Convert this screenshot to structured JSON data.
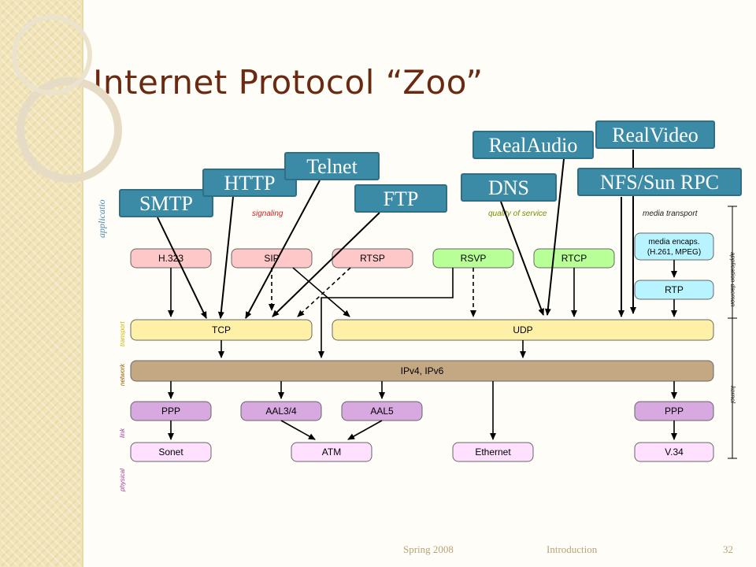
{
  "title": "Internet Protocol “Zoo”",
  "footer": {
    "date": "Spring 2008",
    "topic": "Introduction",
    "page": "32"
  },
  "colors": {
    "label_fill": "#3b8aa6",
    "title": "#6a2a12"
  },
  "labels": {
    "smtp": "SMTP",
    "http": "HTTP",
    "telnet": "Telnet",
    "ftp": "FTP",
    "dns": "DNS",
    "realaudio": "RealAudio",
    "realvideo": "RealVideo",
    "nfs": "NFS/Sun RPC"
  },
  "sections": {
    "signaling": "signaling",
    "qos": "quality of service",
    "media_transport": "media transport"
  },
  "layers": {
    "application": "applicatio",
    "transport": "transport",
    "network": "network",
    "link": "link",
    "physical": "physical",
    "app_daemon": "application daemon",
    "kernel": "kernel"
  },
  "boxes": {
    "h323": "H.323",
    "sip": "SIP",
    "rtsp": "RTSP",
    "rsvp": "RSVP",
    "rtcp": "RTCP",
    "media_encaps_1": "media encaps.",
    "media_encaps_2": "(H.261, MPEG)",
    "rtp": "RTP",
    "tcp": "TCP",
    "udp": "UDP",
    "ip": "IPv4, IPv6",
    "ppp1": "PPP",
    "aal34": "AAL3/4",
    "aal5": "AAL5",
    "ppp2": "PPP",
    "sonet": "Sonet",
    "atm": "ATM",
    "ethernet": "Ethernet",
    "v34": "V.34"
  }
}
